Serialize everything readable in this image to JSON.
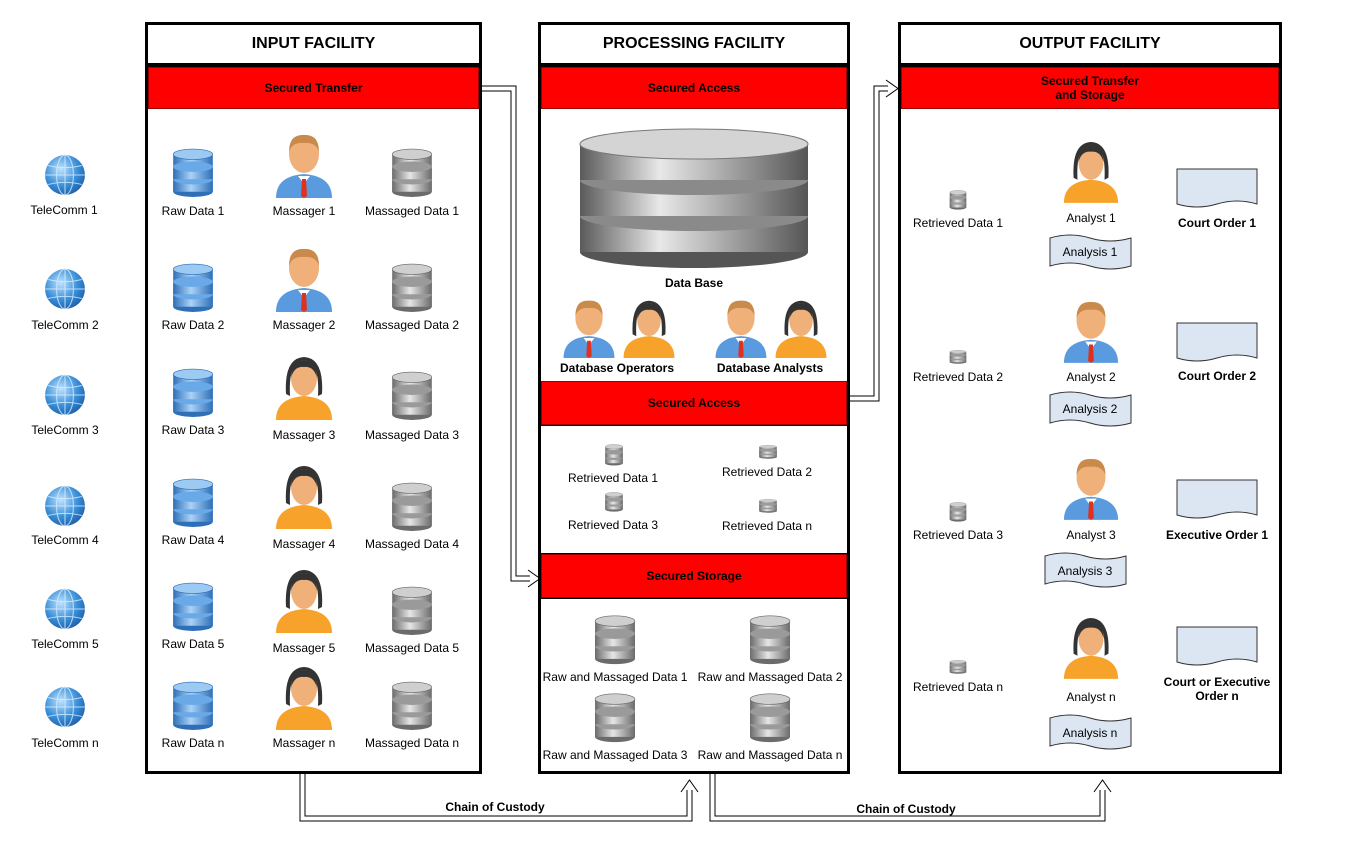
{
  "facilities": {
    "input": {
      "title": "INPUT FACILITY",
      "bar": "Secured Transfer",
      "rows": [
        {
          "raw": "Raw Data 1",
          "person": "Massager 1",
          "massaged": "Massaged Data 1"
        },
        {
          "raw": "Raw Data 2",
          "person": "Massager 2",
          "massaged": "Massaged Data 2"
        },
        {
          "raw": "Raw Data 3",
          "person": "Massager 3",
          "massaged": "Massaged Data 3"
        },
        {
          "raw": "Raw Data 4",
          "person": "Massager 4",
          "massaged": "Massaged Data 4"
        },
        {
          "raw": "Raw Data 5",
          "person": "Massager 5",
          "massaged": "Massaged Data 5"
        },
        {
          "raw": "Raw Data n",
          "person": "Massager n",
          "massaged": "Massaged Data n"
        }
      ]
    },
    "processing": {
      "title": "PROCESSING FACILITY",
      "bar1": "Secured Access",
      "database": "Data Base",
      "operators": "Database Operators",
      "analysts": "Database Analysts",
      "bar2": "Secured Access",
      "retrieved": [
        "Retrieved Data 1",
        "Retrieved Data 2",
        "Retrieved Data 3",
        "Retrieved Data n"
      ],
      "bar3": "Secured Storage",
      "stored": [
        "Raw and Massaged Data 1",
        "Raw and Massaged Data 2",
        "Raw and Massaged Data 3",
        "Raw and Massaged Data n"
      ]
    },
    "output": {
      "title": "OUTPUT FACILITY",
      "bar": "Secured Transfer\nand Storage",
      "rows": [
        {
          "retrieved": "Retrieved Data 1",
          "analyst": "Analyst 1",
          "analysis": "Analysis 1",
          "order": "Court Order 1"
        },
        {
          "retrieved": "Retrieved Data 2",
          "analyst": "Analyst 2",
          "analysis": "Analysis 2",
          "order": "Court Order 2"
        },
        {
          "retrieved": "Retrieved Data 3",
          "analyst": "Analyst 3",
          "analysis": "Analysis 3",
          "order": "Executive Order 1"
        },
        {
          "retrieved": "Retrieved Data n",
          "analyst": "Analyst n",
          "analysis": "Analysis n",
          "order": "Court or Executive\nOrder n"
        }
      ]
    }
  },
  "telecomms": [
    "TeleComm 1",
    "TeleComm 2",
    "TeleComm 3",
    "TeleComm 4",
    "TeleComm 5",
    "TeleComm n"
  ],
  "chain_left": "Chain of Custody",
  "chain_right": "Chain of Custody",
  "colors": {
    "bar": "#ff0000",
    "blue_db": "#4a90d9",
    "gray_db": "#8c8c8c",
    "doc": "#dce6f2"
  },
  "icons": {
    "telecomm": "globe-icon",
    "raw": "blue-database-icon",
    "massaged": "gray-database-icon",
    "person": "person-icon",
    "document": "document-icon"
  }
}
